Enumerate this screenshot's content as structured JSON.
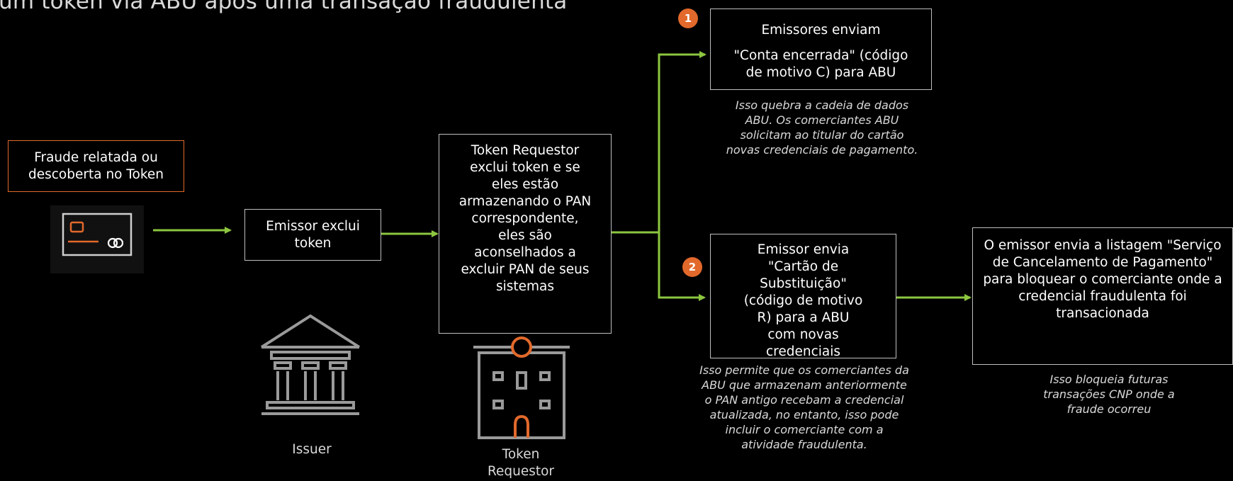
{
  "title": "um token via ABU após uma transação fraudulenta",
  "colors": {
    "accent": "#e2692b",
    "arrow": "#8cc63f",
    "box_border": "#bfbfbf",
    "background": "#000000"
  },
  "fraud_box": "Fraude relatada ou descoberta no Token",
  "issuer_box": "Emissor exclui token",
  "requestor_box": "Token Requestor exclui token e se eles estão armazenando o PAN correspondente, eles são aconselhados a excluir PAN de seus sistemas",
  "option1": {
    "badge": "1",
    "line1": "Emissores enviam",
    "line2": "\"Conta encerrada\" (código de motivo C) para ABU",
    "note": "Isso quebra a cadeia de dados ABU. Os comerciantes ABU solicitam ao titular do cartão novas credenciais de pagamento."
  },
  "option2": {
    "badge": "2",
    "text": "Emissor envia \"Cartão de Substituição\" (código de motivo R) para a ABU com novas credenciais",
    "note": "Isso permite que os comerciantes da ABU que armazenam anteriormente o PAN antigo recebam a credencial atualizada, no entanto, isso pode incluir o comerciante com a atividade fraudulenta."
  },
  "final_box": "O emissor envia a listagem \"Serviço de Cancelamento de Pagamento\" para bloquear o comerciante onde a credencial fraudulenta foi transacionada",
  "final_note": "Isso bloqueia futuras transações CNP onde a fraude ocorreu",
  "issuer_label": "Issuer",
  "requestor_label": "Token Requestor",
  "icons": [
    "credit-card-icon",
    "bank-building-icon",
    "office-building-icon"
  ]
}
